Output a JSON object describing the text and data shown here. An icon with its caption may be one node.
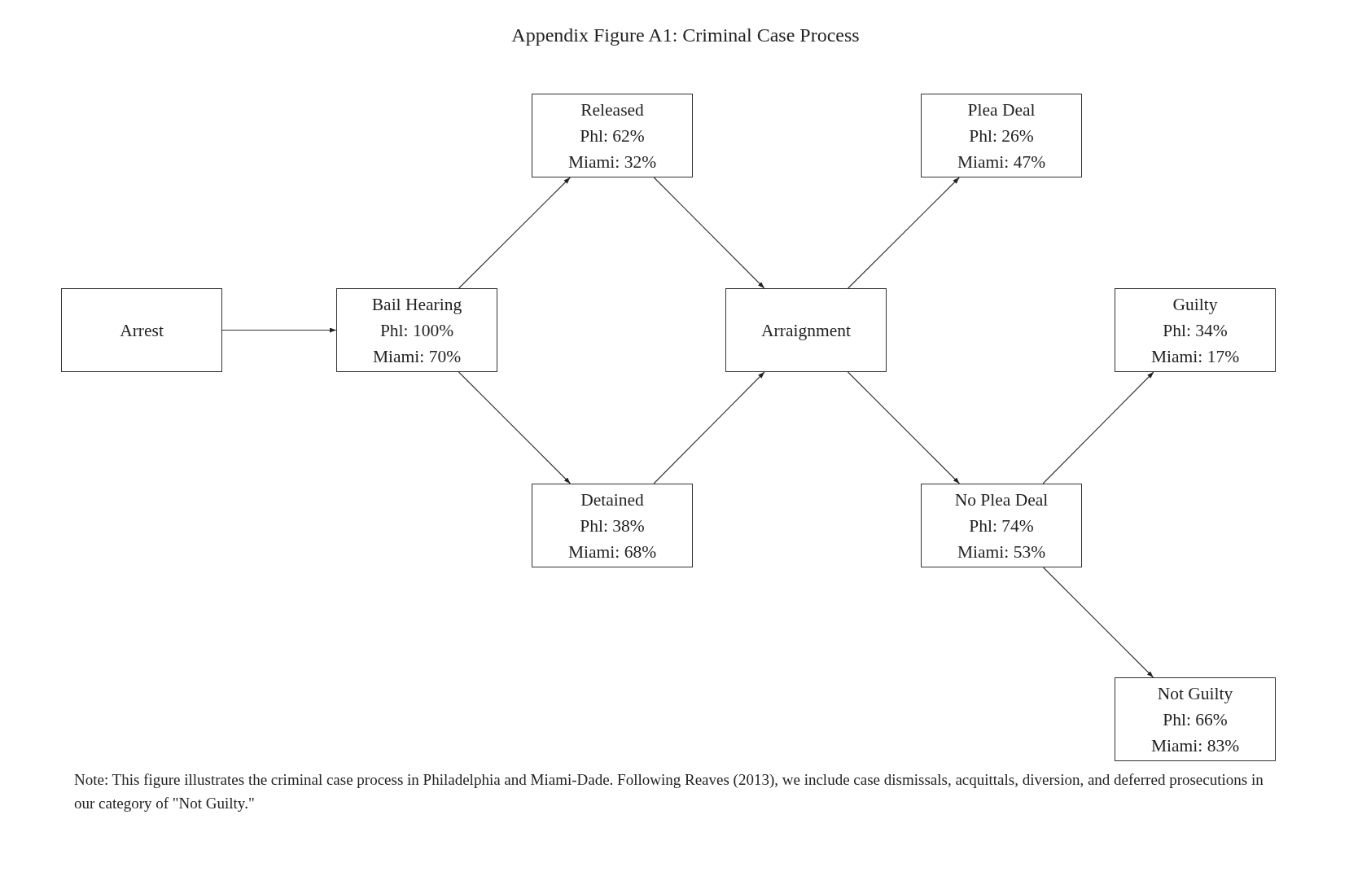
{
  "diagram": {
    "title": "Appendix Figure A1: Criminal Case Process",
    "nodes": [
      {
        "text": [
          "Arrest"
        ]
      },
      {
        "text": [
          "Bail Hearing",
          "Phl: 100%",
          "Miami: 70%"
        ]
      },
      {
        "text": [
          "Released",
          "Phl: 62%",
          "Miami: 32%"
        ]
      },
      {
        "text": [
          "Detained",
          "Phl: 38%",
          "Miami: 68%"
        ]
      },
      {
        "text": [
          "Arraignment"
        ]
      },
      {
        "text": [
          "Plea Deal",
          "Phl: 26%",
          "Miami: 47%"
        ]
      },
      {
        "text": [
          "No Plea Deal",
          "Phl: 74%",
          "Miami: 53%"
        ]
      },
      {
        "text": [
          "Guilty",
          "Phl: 34%",
          "Miami: 17%"
        ]
      },
      {
        "text": [
          "Not Guilty",
          "Phl: 66%",
          "Miami: 83%"
        ]
      }
    ],
    "edges": [
      {
        "from": 0,
        "to": 1,
        "arrow": "to"
      },
      {
        "from": 1,
        "to": 2,
        "arrow": "to"
      },
      {
        "from": 1,
        "to": 3,
        "arrow": "to"
      },
      {
        "from": 2,
        "to": 4,
        "arrow": "to"
      },
      {
        "from": 3,
        "to": 4,
        "arrow": "to"
      },
      {
        "from": 4,
        "to": 5,
        "arrow": "to"
      },
      {
        "from": 4,
        "to": 6,
        "arrow": "to"
      },
      {
        "from": 6,
        "to": 7,
        "arrow": "to"
      },
      {
        "from": 6,
        "to": 8,
        "arrow": "to"
      }
    ],
    "labels": [
      "Note: This figure illustrates the criminal case process in Philadelphia and Miami-Dade. Following Reaves (2013), we include case dismissals, acquittals, diversion, and deferred prosecutions in our category of \"Not Guilty.\""
    ]
  }
}
